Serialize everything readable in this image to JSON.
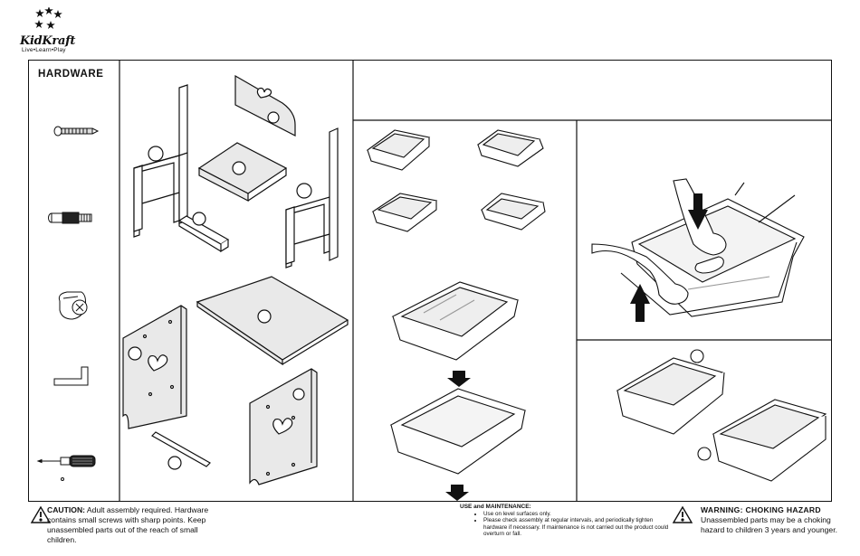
{
  "brand": {
    "name": "KidKraft",
    "tagline": "Live•Learn•Play",
    "logo_icon": "stars-logo-icon"
  },
  "hardware": {
    "title": "HARDWARE",
    "items": [
      {
        "icon": "screw-icon"
      },
      {
        "icon": "dowel-bolt-icon"
      },
      {
        "icon": "cam-lock-icon"
      },
      {
        "icon": "allen-wrench-icon"
      },
      {
        "icon": "screwdriver-icon"
      }
    ]
  },
  "caution": {
    "label": "CAUTION:",
    "text": " Adult assembly required. Hardware contains small screws with sharp points. Keep unassembled parts out of the reach of small children."
  },
  "use_maintenance": {
    "title": "USE and MAINTENANCE:",
    "items": [
      "Use on level surfaces only.",
      "Please check assembly at regular intervals, and periodically tighten hardware if necessary. If maintenance is not carried out the product could overturn or fall."
    ]
  },
  "warning": {
    "title": "WARNING: CHOKING HAZARD",
    "text": "Unassembled parts may be a choking hazard to children 3 years and younger."
  },
  "colors": {
    "ink": "#111111",
    "paper": "#ffffff",
    "panel_gray": "#e9e9e9"
  }
}
